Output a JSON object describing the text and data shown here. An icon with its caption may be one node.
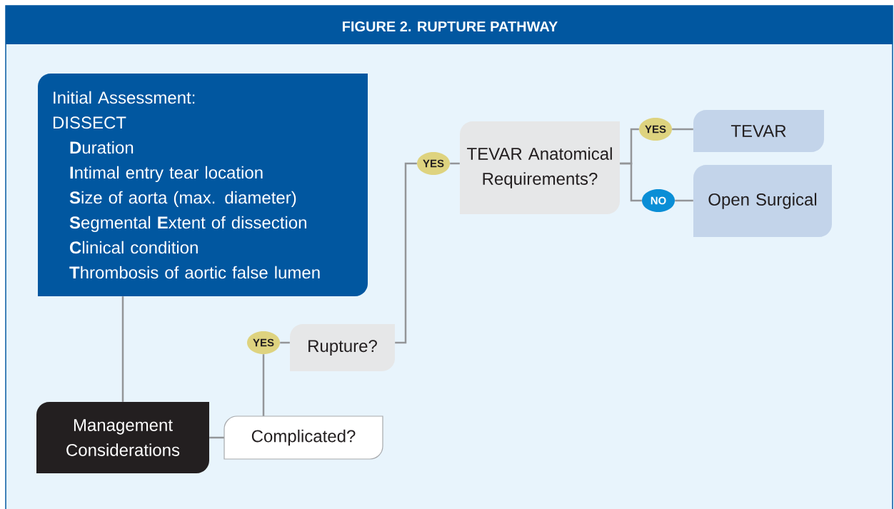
{
  "diagram": {
    "title": "FIGURE 2.  RUPTURE PATHWAY",
    "nodes": [
      {
        "text": [
          "Initial Assessment:",
          "DISSECT",
          "**D**uration",
          "**I**ntimal entry tear location",
          "**S**ize of aorta (max. diameter)",
          "**S**egmental **E**xtent of dissection",
          "**C**linical condition",
          "**T**hrombosis of aortic false lumen"
        ]
      },
      {
        "text": [
          "Management Considerations"
        ]
      },
      {
        "text": [
          "Complicated?"
        ]
      },
      {
        "text": [
          "YES"
        ]
      },
      {
        "text": [
          "Rupture?"
        ]
      },
      {
        "text": [
          "YES"
        ]
      },
      {
        "text": [
          "TEVAR Anatomical Requirements?"
        ]
      },
      {
        "text": [
          "YES"
        ]
      },
      {
        "text": [
          "TEVAR"
        ]
      },
      {
        "text": [
          "NO"
        ]
      },
      {
        "text": [
          "Open Surgical"
        ]
      }
    ],
    "edges": [
      {
        "from": 0,
        "to": 1,
        "arrow": "none"
      },
      {
        "from": 1,
        "to": 2,
        "arrow": "none"
      },
      {
        "from": 2,
        "to": 3,
        "arrow": "none"
      },
      {
        "from": 3,
        "to": 4,
        "arrow": "none"
      },
      {
        "from": 4,
        "to": 5,
        "arrow": "none"
      },
      {
        "from": 5,
        "to": 6,
        "arrow": "none"
      },
      {
        "from": 6,
        "to": 7,
        "arrow": "none"
      },
      {
        "from": 7,
        "to": 8,
        "arrow": "none"
      },
      {
        "from": 6,
        "to": 9,
        "arrow": "none"
      },
      {
        "from": 9,
        "to": 10,
        "arrow": "none"
      }
    ]
  }
}
